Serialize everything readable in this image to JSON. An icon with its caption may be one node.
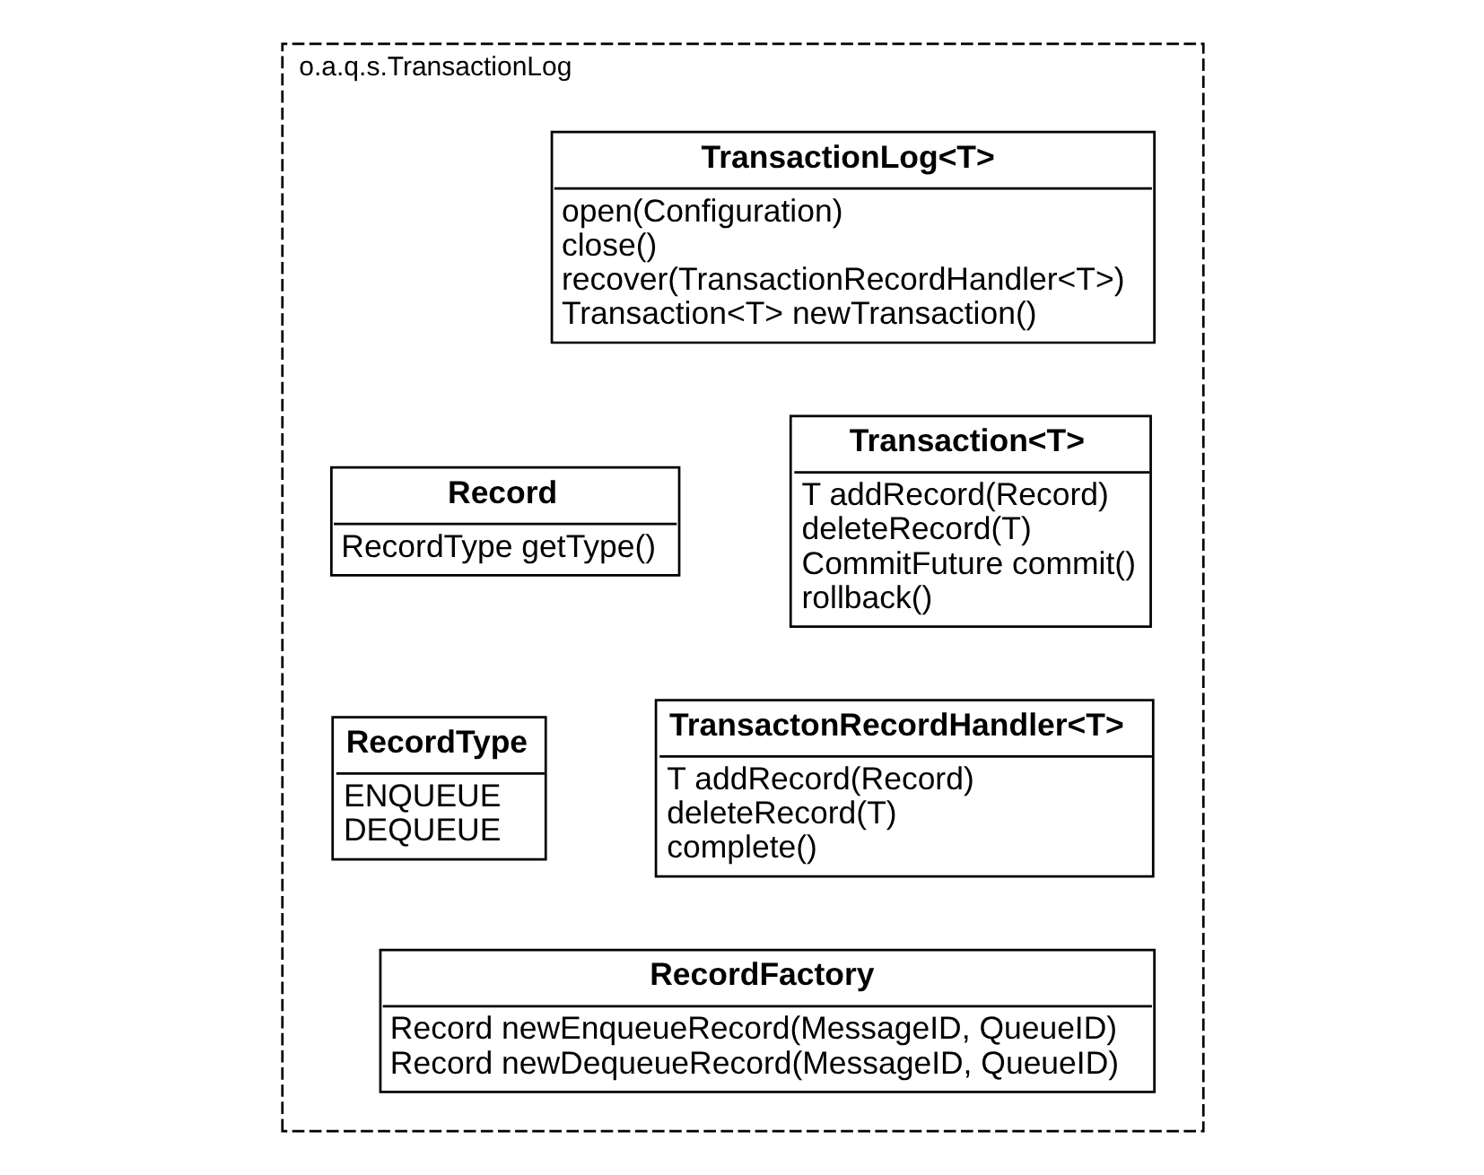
{
  "diagram": {
    "nodes": [
      {
        "text": [
          "o.a.q.s.TransactionLog"
        ]
      },
      {
        "text": [
          "TransactionLog<T>",
          "open(Configuration)",
          "close()",
          "recover(TransactionRecordHandler<T>)",
          "Transaction<T> newTransaction()"
        ],
        "in": 0
      },
      {
        "text": [
          "Transaction<T>",
          "T addRecord(Record)",
          "deleteRecord(T)",
          "CommitFuture commit()",
          "rollback()"
        ],
        "in": 0
      },
      {
        "text": [
          "Record",
          "RecordType getType()"
        ],
        "in": 0
      },
      {
        "text": [
          "TransactonRecordHandler<T>",
          "T addRecord(Record)",
          "deleteRecord(T)",
          "complete()"
        ],
        "in": 0
      },
      {
        "text": [
          "RecordType",
          "ENQUEUE",
          "DEQUEUE"
        ],
        "in": 0
      },
      {
        "text": [
          "RecordFactory",
          "Record newEnqueueRecord(MessageID, QueueID)",
          "Record newDequeueRecord(MessageID, QueueID)"
        ],
        "in": 0
      }
    ]
  }
}
